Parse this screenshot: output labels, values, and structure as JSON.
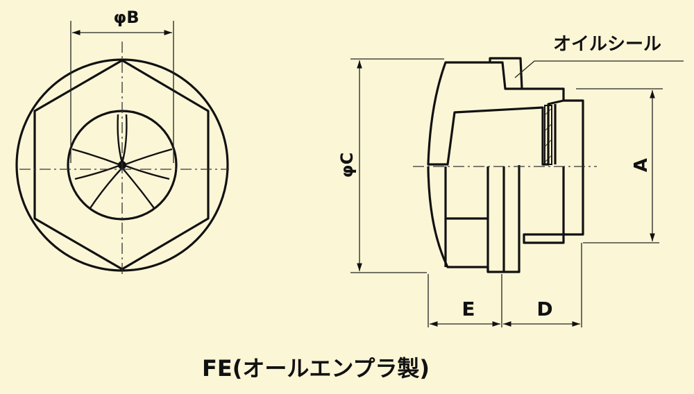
{
  "labels": {
    "dim_b": "φB",
    "dim_c": "φC",
    "dim_a": "A",
    "dim_e": "E",
    "dim_d": "D",
    "oil_seal": "オイルシール",
    "caption": "FE(オールエンプラ製)"
  },
  "colors": {
    "background": "#fbf6d6",
    "ink": "#111111"
  }
}
